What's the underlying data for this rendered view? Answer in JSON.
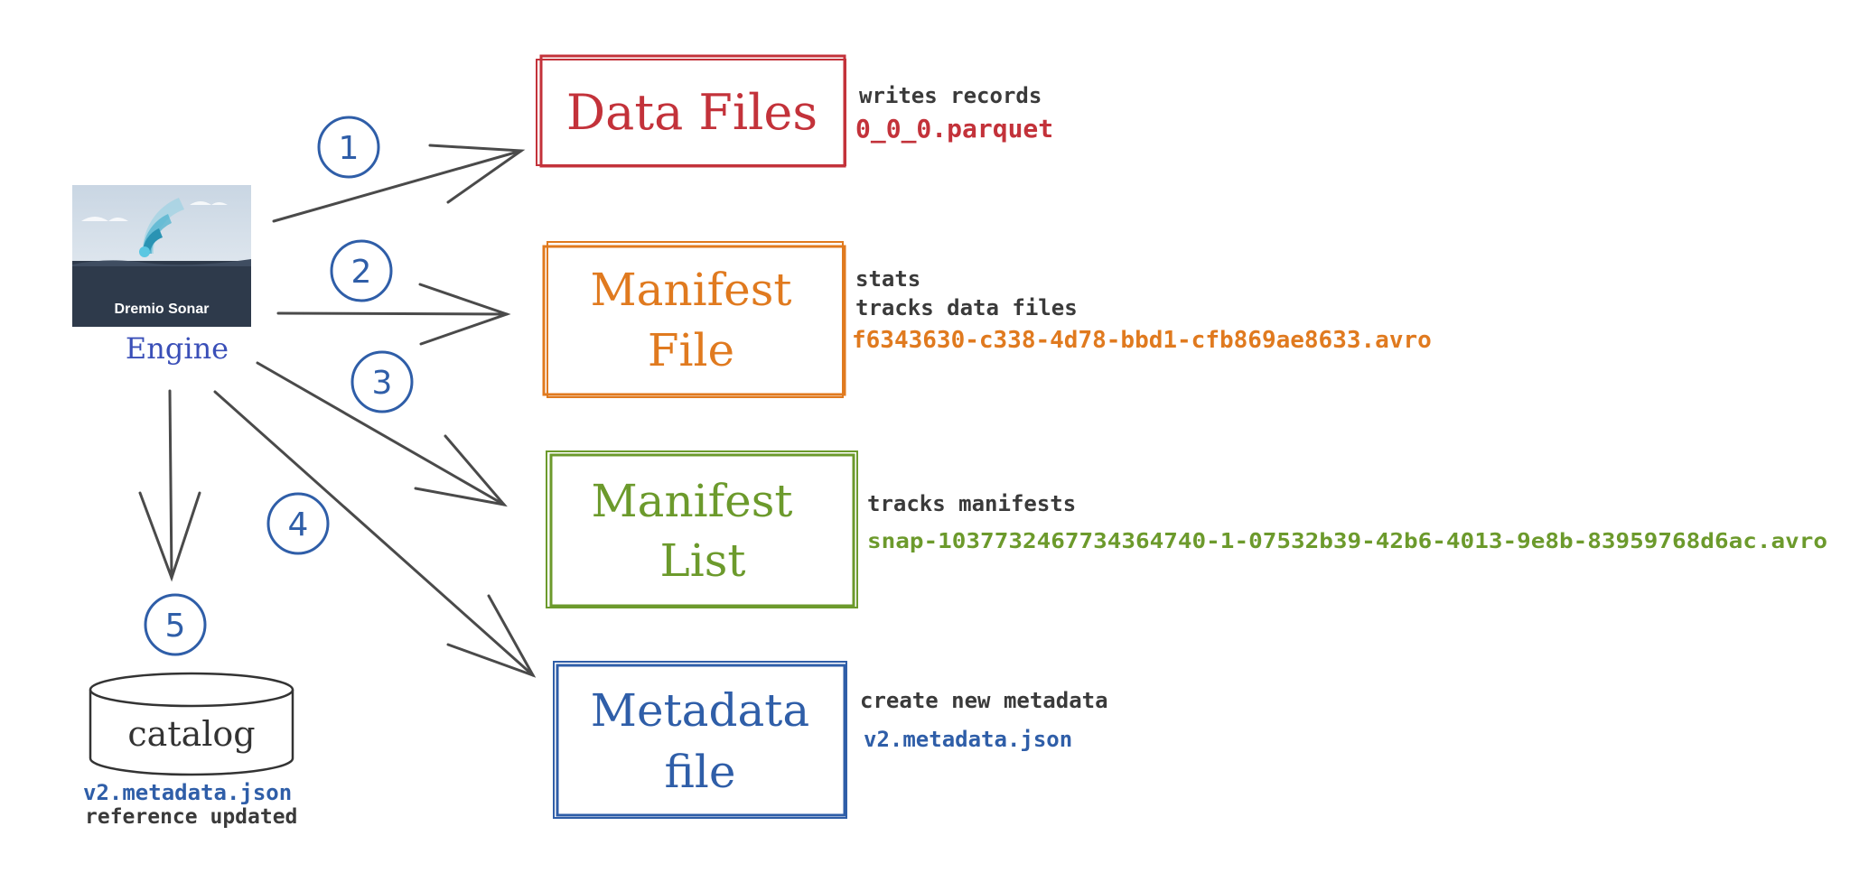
{
  "engine": {
    "logo_text": "Dremio Sonar",
    "label": "Engine"
  },
  "steps": [
    "1",
    "2",
    "3",
    "4",
    "5"
  ],
  "boxes": {
    "data_files": {
      "title": "Data Files",
      "color": "#c3323a"
    },
    "manifest_file": {
      "title_line1": "Manifest",
      "title_line2": "File",
      "color": "#e07a1f"
    },
    "manifest_list": {
      "title_line1": "Manifest",
      "title_line2": "List",
      "color": "#6c9a2c"
    },
    "metadata_file": {
      "title_line1": "Metadata",
      "title_line2": "file",
      "color": "#2f5ea8"
    }
  },
  "annotations": {
    "data_files": {
      "line1": "writes records",
      "file": "0_0_0.parquet"
    },
    "manifest_file": {
      "line1": "stats",
      "line2": "tracks data files",
      "file": "f6343630-c338-4d78-bbd1-cfb869ae8633.avro"
    },
    "manifest_list": {
      "line1": "tracks manifests",
      "file": "snap-1037732467734364740-1-07532b39-42b6-4013-9e8b-83959768d6ac.avro"
    },
    "metadata_file": {
      "line1": "create new metadata",
      "file": "v2.metadata.json"
    }
  },
  "catalog": {
    "label": "catalog",
    "file": "v2.metadata.json",
    "caption": "reference updated"
  },
  "colors": {
    "arrow": "#4a4a4a",
    "step_circle": "#2f5ea8",
    "engine_label": "#3a4fb8",
    "text": "#3a3a3a"
  }
}
